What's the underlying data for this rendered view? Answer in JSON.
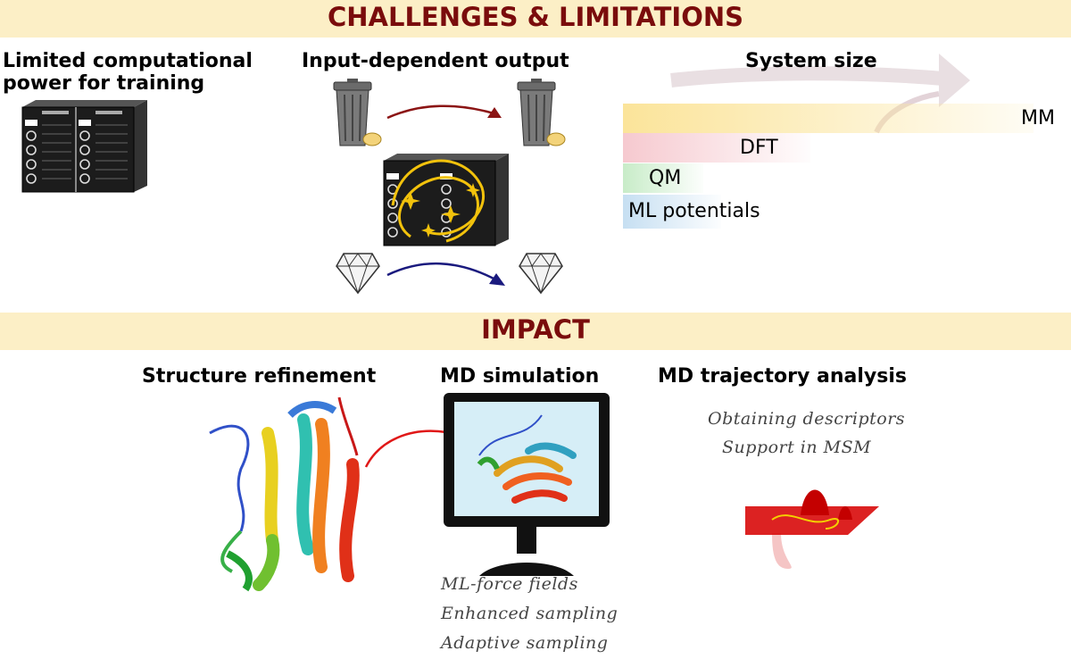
{
  "challenges": {
    "title": "CHALLENGES & LIMITATIONS",
    "limited_power": "Limited computational power for training",
    "input_dependent": "Input-dependent output",
    "system_size": {
      "title": "System size",
      "levels": [
        "MM",
        "DFT",
        "QM",
        "ML potentials"
      ],
      "colors": [
        "#fbe49a",
        "#f6c9cf",
        "#c8ecc8",
        "#c6dff2"
      ]
    }
  },
  "impact": {
    "title": "IMPACT",
    "structure_refinement": "Structure refinement",
    "md_simulation": "MD simulation",
    "md_trajectory": "MD trajectory analysis",
    "md_sim_items": [
      "ML-force fields",
      "Enhanced sampling",
      "Adaptive sampling"
    ],
    "trajectory_items": [
      "Obtaining descriptors",
      "Support in MSM"
    ]
  }
}
